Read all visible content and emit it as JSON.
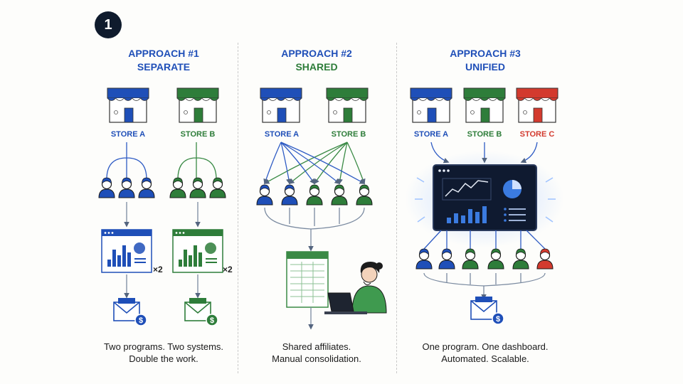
{
  "badge": "1",
  "colors": {
    "blue": "#1f4fb8",
    "green": "#2e7d3a",
    "red": "#d33a2e",
    "dark_panel": "#0f1a30",
    "line_grey": "#7a8aa0"
  },
  "columns": [
    {
      "title_line1": "APPROACH #1",
      "title_line2": "SEPARATE",
      "stores": [
        "STORE A",
        "STORE B"
      ],
      "multiplier": "×2",
      "caption_line1": "Two programs. Two systems.",
      "caption_line2": "Double the work."
    },
    {
      "title_line1": "APPROACH #2",
      "title_line2": "SHARED",
      "stores": [
        "STORE A",
        "STORE B"
      ],
      "caption_line1": "Shared affiliates.",
      "caption_line2": "Manual consolidation."
    },
    {
      "title_line1": "APPROACH #3",
      "title_line2": "UNIFIED",
      "stores": [
        "STORE A",
        "STORE B",
        "STORE C"
      ],
      "caption_line1": "One program. One dashboard.",
      "caption_line2": "Automated. Scalable."
    }
  ],
  "icons": [
    "store-icon",
    "affiliate-person-icon",
    "dashboard-window-icon",
    "email-payout-icon",
    "dollar-icon",
    "spreadsheet-icon",
    "person-laptop-icon"
  ]
}
